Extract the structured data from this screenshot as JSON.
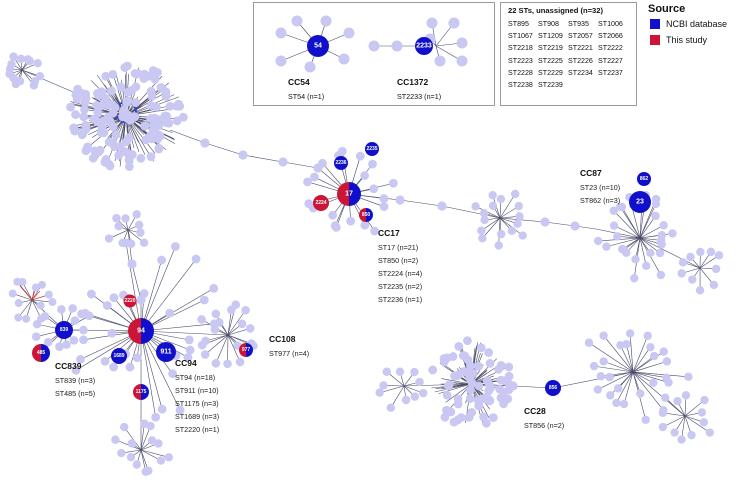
{
  "legend": {
    "title": "Source",
    "items": [
      {
        "label": "NCBI database",
        "color": "#1010cc"
      },
      {
        "label": "This study",
        "color": "#cc1436"
      }
    ]
  },
  "colors": {
    "ncbi": "#1010cc",
    "study": "#cc1436",
    "other_node": "#c8c8f2",
    "edge": "#4a4a6a"
  },
  "insets": {
    "cc54": {
      "name": "CC54",
      "st": "ST54 (n=1)",
      "center_label": "54"
    },
    "cc1372": {
      "name": "CC1372",
      "st": "ST2233 (n=1)",
      "center_label": "2233"
    },
    "unassigned": {
      "title": "22 STs, unassigned (n=32)",
      "sts": [
        "ST895",
        "ST908",
        "ST935",
        "ST1006",
        "ST1067",
        "ST1209",
        "ST2057",
        "ST2066",
        "ST2218",
        "ST2219",
        "ST2221",
        "ST2222",
        "ST2223",
        "ST2225",
        "ST2226",
        "ST2227",
        "ST2228",
        "ST2229",
        "ST2234",
        "ST2237",
        "ST2238",
        "ST2239"
      ]
    }
  },
  "clusters": {
    "cc17": {
      "name": "CC17",
      "sts": [
        "ST17 (n=21)",
        "ST850 (n=2)",
        "ST2224 (n=4)",
        "ST2235 (n=2)",
        "ST2236 (n=1)"
      ]
    },
    "cc87": {
      "name": "CC87",
      "sts": [
        "ST23 (n=10)",
        "ST862 (n=3)"
      ]
    },
    "cc108": {
      "name": "CC108",
      "sts": [
        "ST977 (n=4)"
      ]
    },
    "cc839": {
      "name": "CC839",
      "sts": [
        "ST839 (n=3)",
        "ST485 (n=5)"
      ]
    },
    "cc94": {
      "name": "CC94",
      "sts": [
        "ST94 (n=18)",
        "ST911 (n=10)",
        "ST1175 (n=3)",
        "ST1689 (n=3)",
        "ST2220 (n=1)"
      ]
    },
    "cc28": {
      "name": "CC28",
      "sts": [
        "ST856 (n=2)"
      ]
    }
  },
  "node_labels": {
    "n17": "17",
    "n2236": "2236",
    "n2235": "2235",
    "n2224": "2224",
    "n850": "850",
    "n23": "23",
    "n862": "862",
    "n94": "94",
    "n2220": "2220",
    "n839": "839",
    "n485": "485",
    "n1689": "1689",
    "n911": "911",
    "n1175": "1175",
    "n977": "977",
    "n856": "856"
  }
}
